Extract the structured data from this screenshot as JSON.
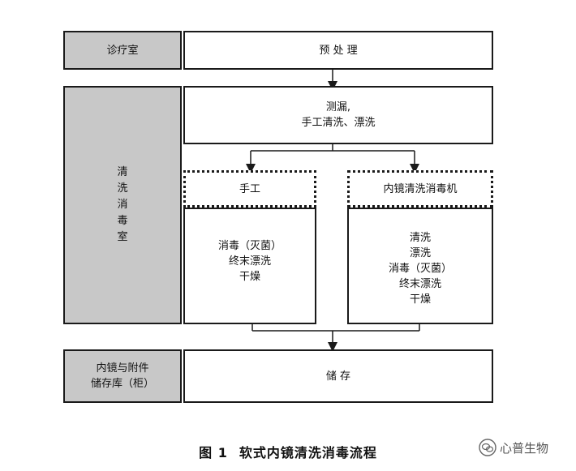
{
  "labels": {
    "clinic": "诊疗室",
    "wash_room": "清洗消毒室",
    "storage_room": [
      "内镜与附件",
      "储存库（柜）"
    ]
  },
  "steps": {
    "pretreatment": "预 处 理",
    "leak_test": [
      "测漏,",
      "手工清洗、漂洗"
    ],
    "manual": "手工",
    "machine": "内镜清洗消毒机",
    "manual_steps": [
      "消毒（灭菌）",
      "终末漂洗",
      "干燥"
    ],
    "machine_steps": [
      "清洗",
      "漂洗",
      "消毒（灭菌）",
      "终末漂洗",
      "干燥"
    ],
    "storage": "储 存"
  },
  "caption": {
    "figure": "图 1",
    "title": "软式内镜清洗消毒流程"
  },
  "watermark": {
    "text": "心普生物",
    "icon": "wechat-icon"
  },
  "colors": {
    "label_fill": "#c8c8c8",
    "stroke": "#1a1a1a"
  }
}
